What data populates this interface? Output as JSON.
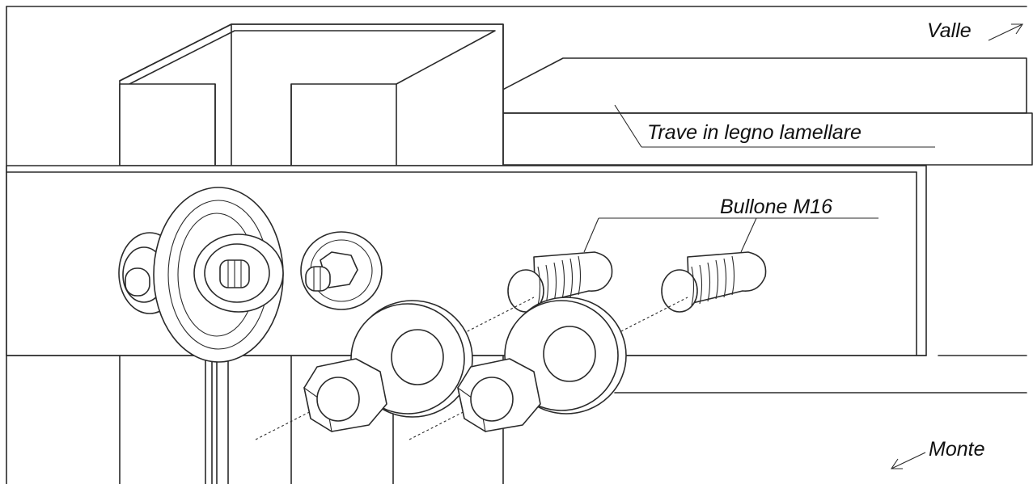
{
  "labels": {
    "valle": "Valle",
    "trave": "Trave in legno lamellare",
    "bullone": "Bullone M16",
    "monte": "Monte"
  },
  "colors": {
    "stroke": "#2a2a2a",
    "background": "#ffffff",
    "text": "#111111"
  }
}
